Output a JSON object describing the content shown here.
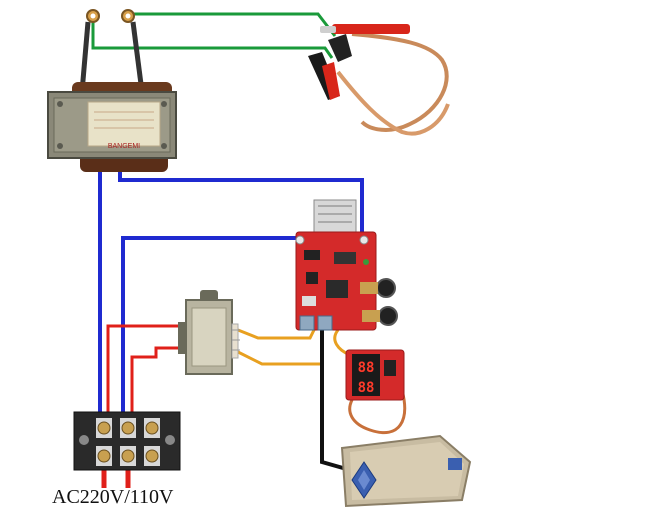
{
  "caption": "AC220V/110V",
  "transformer_label_top": "BANGEMI",
  "display_top": "88",
  "display_bottom": "88",
  "colors": {
    "wire_green": "#1a9a3a",
    "wire_blue": "#1f2ad0",
    "wire_red": "#e0201a",
    "wire_orange": "#e8a020",
    "wire_black": "#111111",
    "pcb_red": "#d42a2a",
    "transformer_core": "#8a8878",
    "pedal_body": "#c8bca2",
    "pedal_button": "#3a5fb0"
  }
}
